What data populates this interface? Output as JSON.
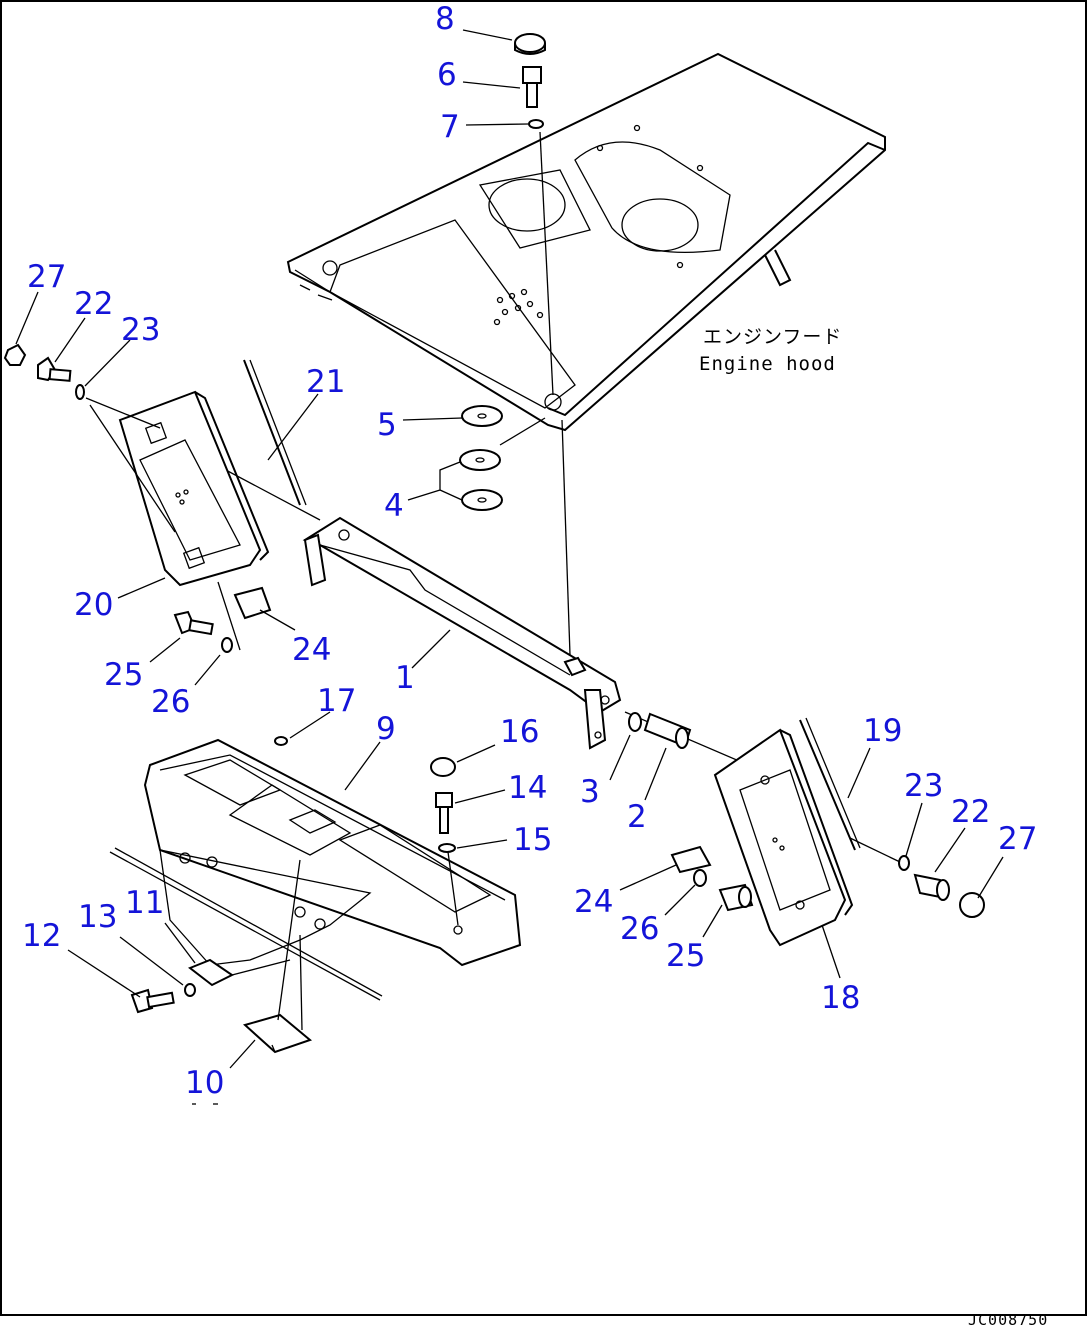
{
  "diagram": {
    "hood_label_jp": "エンジンフード",
    "hood_label_en": "Engine hood",
    "drawing_code": "JC008750",
    "callouts": [
      {
        "id": "c8",
        "text": "8"
      },
      {
        "id": "c6",
        "text": "6"
      },
      {
        "id": "c7",
        "text": "7"
      },
      {
        "id": "c27a",
        "text": "27"
      },
      {
        "id": "c22a",
        "text": "22"
      },
      {
        "id": "c23a",
        "text": "23"
      },
      {
        "id": "c21",
        "text": "21"
      },
      {
        "id": "c5",
        "text": "5"
      },
      {
        "id": "c4",
        "text": "4"
      },
      {
        "id": "c20",
        "text": "20"
      },
      {
        "id": "c24a",
        "text": "24"
      },
      {
        "id": "c25a",
        "text": "25"
      },
      {
        "id": "c26a",
        "text": "26"
      },
      {
        "id": "c1",
        "text": "1"
      },
      {
        "id": "c17",
        "text": "17"
      },
      {
        "id": "c9",
        "text": "9"
      },
      {
        "id": "c16",
        "text": "16"
      },
      {
        "id": "c19",
        "text": "19"
      },
      {
        "id": "c14",
        "text": "14"
      },
      {
        "id": "c3",
        "text": "3"
      },
      {
        "id": "c15",
        "text": "15"
      },
      {
        "id": "c2",
        "text": "2"
      },
      {
        "id": "c23b",
        "text": "23"
      },
      {
        "id": "c22b",
        "text": "22"
      },
      {
        "id": "c27b",
        "text": "27"
      },
      {
        "id": "c24b",
        "text": "24"
      },
      {
        "id": "c26b",
        "text": "26"
      },
      {
        "id": "c25b",
        "text": "25"
      },
      {
        "id": "c18",
        "text": "18"
      },
      {
        "id": "c11",
        "text": "11"
      },
      {
        "id": "c13",
        "text": "13"
      },
      {
        "id": "c12",
        "text": "12"
      },
      {
        "id": "c10",
        "text": "10"
      }
    ]
  }
}
